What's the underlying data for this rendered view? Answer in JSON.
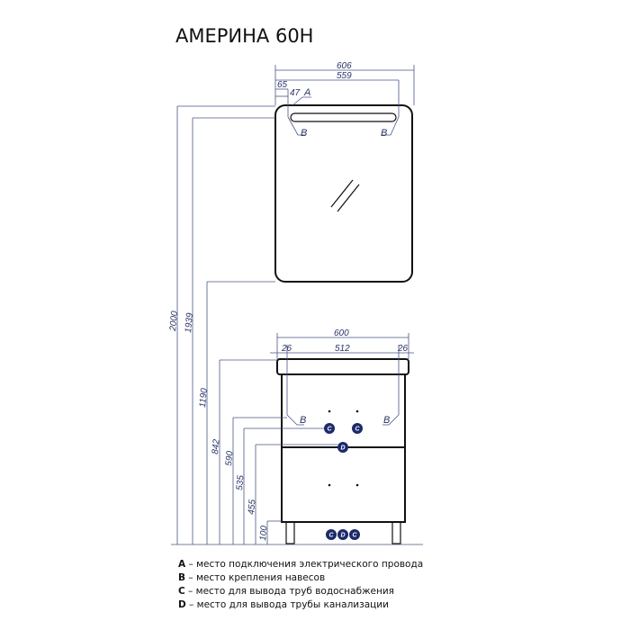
{
  "title": "АМЕРИНА 60Н",
  "mirror": {
    "dims": {
      "width_total": "606",
      "width_inner": "559",
      "offset_a": "65",
      "offset_b": "47"
    },
    "markers": {
      "a": "A",
      "b_left": "B",
      "b_right": "B"
    }
  },
  "cabinet": {
    "dims": {
      "width": "600",
      "inner": "512",
      "side_left": "26",
      "side_right": "26"
    },
    "markers": {
      "b_left": "B",
      "b_right": "B",
      "c1": "C",
      "c2": "C",
      "d": "D",
      "bottom_c1": "C",
      "bottom_d": "D",
      "bottom_c2": "C"
    }
  },
  "heights": {
    "h2000": "2000",
    "h1939": "1939",
    "h1190": "1190",
    "h842": "842",
    "h590": "590",
    "h535": "535",
    "h455": "455",
    "h100": "100"
  },
  "legend": [
    {
      "key": "A",
      "text": " – место подключения электрического провода"
    },
    {
      "key": "B",
      "text": " – место крепления навесов"
    },
    {
      "key": "C",
      "text": " – место для вывода труб водоснабжения"
    },
    {
      "key": "D",
      "text": " – место для вывода трубы канализации"
    }
  ]
}
